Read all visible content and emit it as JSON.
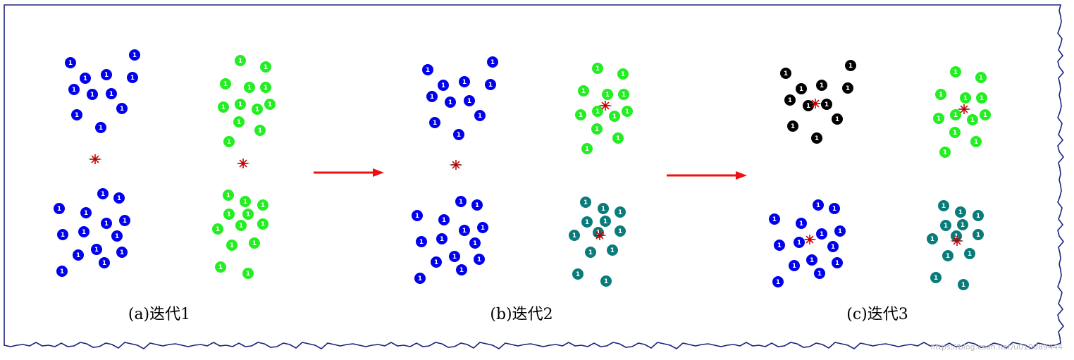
{
  "colors": {
    "blue": "#0000ee",
    "green": "#22ee22",
    "black": "#000000",
    "teal": "#0a7b7b",
    "star": "#cc0000",
    "arrow": "#ee1111",
    "border": "#1a237e"
  },
  "point_label": "1",
  "watermark": "https://blog.csdn.net/u010089444",
  "panels": [
    {
      "caption": "(a)迭代1",
      "clusters": [
        {
          "color": "blue",
          "points": [
            [
              100,
              89
            ],
            [
              191,
              78
            ],
            [
              121,
              111
            ],
            [
              151,
              106
            ],
            [
              188,
              110
            ],
            [
              105,
              127
            ],
            [
              131,
              134
            ],
            [
              158,
              133
            ],
            [
              173,
              154
            ],
            [
              109,
              163
            ],
            [
              143,
              181
            ]
          ]
        },
        {
          "color": "green",
          "points": [
            [
              341,
              86
            ],
            [
              377,
              95
            ],
            [
              320,
              119
            ],
            [
              354,
              124
            ],
            [
              377,
              124
            ],
            [
              317,
              152
            ],
            [
              341,
              148
            ],
            [
              365,
              155
            ],
            [
              383,
              148
            ],
            [
              339,
              173
            ],
            [
              369,
              185
            ],
            [
              325,
              201
            ]
          ]
        },
        {
          "color": "blue",
          "points": [
            [
              146,
              275
            ],
            [
              169,
              281
            ],
            [
              84,
              296
            ],
            [
              122,
              302
            ],
            [
              151,
              317
            ],
            [
              177,
              313
            ],
            [
              89,
              333
            ],
            [
              119,
              329
            ],
            [
              166,
              335
            ],
            [
              137,
              354
            ],
            [
              111,
              362
            ],
            [
              173,
              358
            ],
            [
              148,
              373
            ],
            [
              88,
              385
            ]
          ]
        },
        {
          "color": "green",
          "points": [
            [
              324,
              277
            ],
            [
              348,
              286
            ],
            [
              373,
              291
            ],
            [
              325,
              304
            ],
            [
              352,
              304
            ],
            [
              309,
              325
            ],
            [
              342,
              320
            ],
            [
              373,
              318
            ],
            [
              329,
              348
            ],
            [
              361,
              345
            ],
            [
              313,
              379
            ],
            [
              352,
              388
            ]
          ]
        }
      ],
      "stars": [
        [
          135,
          226
        ],
        [
          345,
          232
        ]
      ]
    },
    {
      "caption": "(b)迭代2",
      "clusters": [
        {
          "color": "blue",
          "points": [
            [
              607,
              99
            ],
            [
              699,
              88
            ],
            [
              629,
              121
            ],
            [
              659,
              116
            ],
            [
              696,
              120
            ],
            [
              613,
              137
            ],
            [
              639,
              145
            ],
            [
              666,
              143
            ],
            [
              681,
              164
            ],
            [
              617,
              174
            ],
            [
              651,
              191
            ]
          ]
        },
        {
          "color": "green",
          "points": [
            [
              848,
              97
            ],
            [
              884,
              105
            ],
            [
              828,
              129
            ],
            [
              862,
              134
            ],
            [
              885,
              134
            ],
            [
              824,
              163
            ],
            [
              848,
              158
            ],
            [
              872,
              165
            ],
            [
              890,
              158
            ],
            [
              847,
              183
            ],
            [
              877,
              196
            ],
            [
              833,
              211
            ]
          ]
        },
        {
          "color": "blue",
          "points": [
            [
              654,
              286
            ],
            [
              677,
              291
            ],
            [
              592,
              306
            ],
            [
              630,
              312
            ],
            [
              659,
              327
            ],
            [
              685,
              323
            ],
            [
              598,
              343
            ],
            [
              627,
              339
            ],
            [
              674,
              345
            ],
            [
              645,
              364
            ],
            [
              619,
              372
            ],
            [
              680,
              368
            ],
            [
              655,
              383
            ],
            [
              596,
              395
            ]
          ]
        },
        {
          "color": "teal",
          "points": [
            [
              831,
              287
            ],
            [
              856,
              296
            ],
            [
              880,
              301
            ],
            [
              833,
              315
            ],
            [
              859,
              314
            ],
            [
              815,
              334
            ],
            [
              849,
              330
            ],
            [
              880,
              328
            ],
            [
              838,
              358
            ],
            [
              869,
              355
            ],
            [
              820,
              389
            ],
            [
              860,
              399
            ]
          ]
        }
      ],
      "stars": [
        [
          647,
          234
        ],
        [
          859,
          150
        ],
        [
          851,
          334
        ]
      ]
    },
    {
      "caption": "(c)迭代3",
      "clusters": [
        {
          "color": "black",
          "points": [
            [
              1115,
              104
            ],
            [
              1207,
              93
            ],
            [
              1137,
              126
            ],
            [
              1166,
              121
            ],
            [
              1203,
              125
            ],
            [
              1121,
              142
            ],
            [
              1147,
              150
            ],
            [
              1173,
              148
            ],
            [
              1188,
              169
            ],
            [
              1125,
              179
            ],
            [
              1159,
              196
            ]
          ]
        },
        {
          "color": "green",
          "points": [
            [
              1356,
              102
            ],
            [
              1392,
              110
            ],
            [
              1335,
              134
            ],
            [
              1370,
              139
            ],
            [
              1393,
              139
            ],
            [
              1332,
              168
            ],
            [
              1356,
              163
            ],
            [
              1380,
              170
            ],
            [
              1398,
              163
            ],
            [
              1355,
              188
            ],
            [
              1385,
              201
            ],
            [
              1341,
              216
            ]
          ]
        },
        {
          "color": "blue",
          "points": [
            [
              1161,
              291
            ],
            [
              1184,
              296
            ],
            [
              1099,
              311
            ],
            [
              1137,
              317
            ],
            [
              1166,
              332
            ],
            [
              1192,
              328
            ],
            [
              1106,
              348
            ],
            [
              1134,
              344
            ],
            [
              1182,
              350
            ],
            [
              1152,
              369
            ],
            [
              1127,
              377
            ],
            [
              1188,
              373
            ],
            [
              1163,
              388
            ],
            [
              1104,
              400
            ]
          ]
        },
        {
          "color": "teal",
          "points": [
            [
              1339,
              292
            ],
            [
              1363,
              301
            ],
            [
              1388,
              306
            ],
            [
              1342,
              320
            ],
            [
              1366,
              319
            ],
            [
              1323,
              339
            ],
            [
              1357,
              335
            ],
            [
              1388,
              333
            ],
            [
              1345,
              363
            ],
            [
              1376,
              360
            ],
            [
              1328,
              394
            ],
            [
              1367,
              404
            ]
          ]
        }
      ],
      "stars": [
        [
          1157,
          147
        ],
        [
          1368,
          155
        ],
        [
          1149,
          340
        ],
        [
          1358,
          342
        ]
      ]
    }
  ]
}
